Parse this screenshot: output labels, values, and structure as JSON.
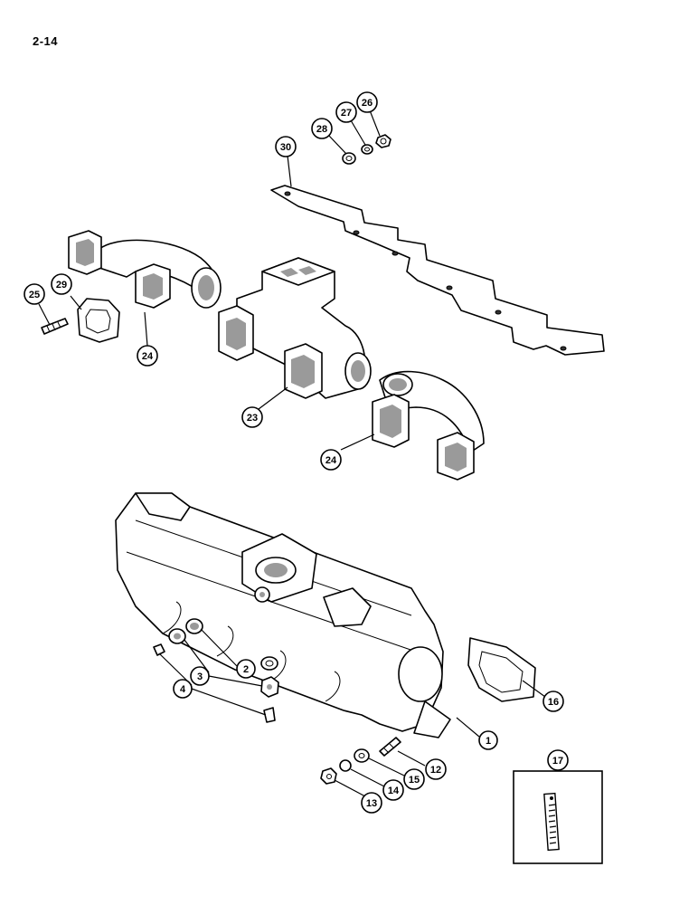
{
  "page": {
    "number": "2-14"
  },
  "callouts": [
    {
      "label": "1"
    },
    {
      "label": "2"
    },
    {
      "label": "3"
    },
    {
      "label": "4"
    },
    {
      "label": "12"
    },
    {
      "label": "13"
    },
    {
      "label": "14"
    },
    {
      "label": "15"
    },
    {
      "label": "16"
    },
    {
      "label": "17"
    },
    {
      "label": "23"
    },
    {
      "label": "24"
    },
    {
      "label": "24"
    },
    {
      "label": "25"
    },
    {
      "label": "26"
    },
    {
      "label": "27"
    },
    {
      "label": "28"
    },
    {
      "label": "29"
    },
    {
      "label": "30"
    }
  ]
}
